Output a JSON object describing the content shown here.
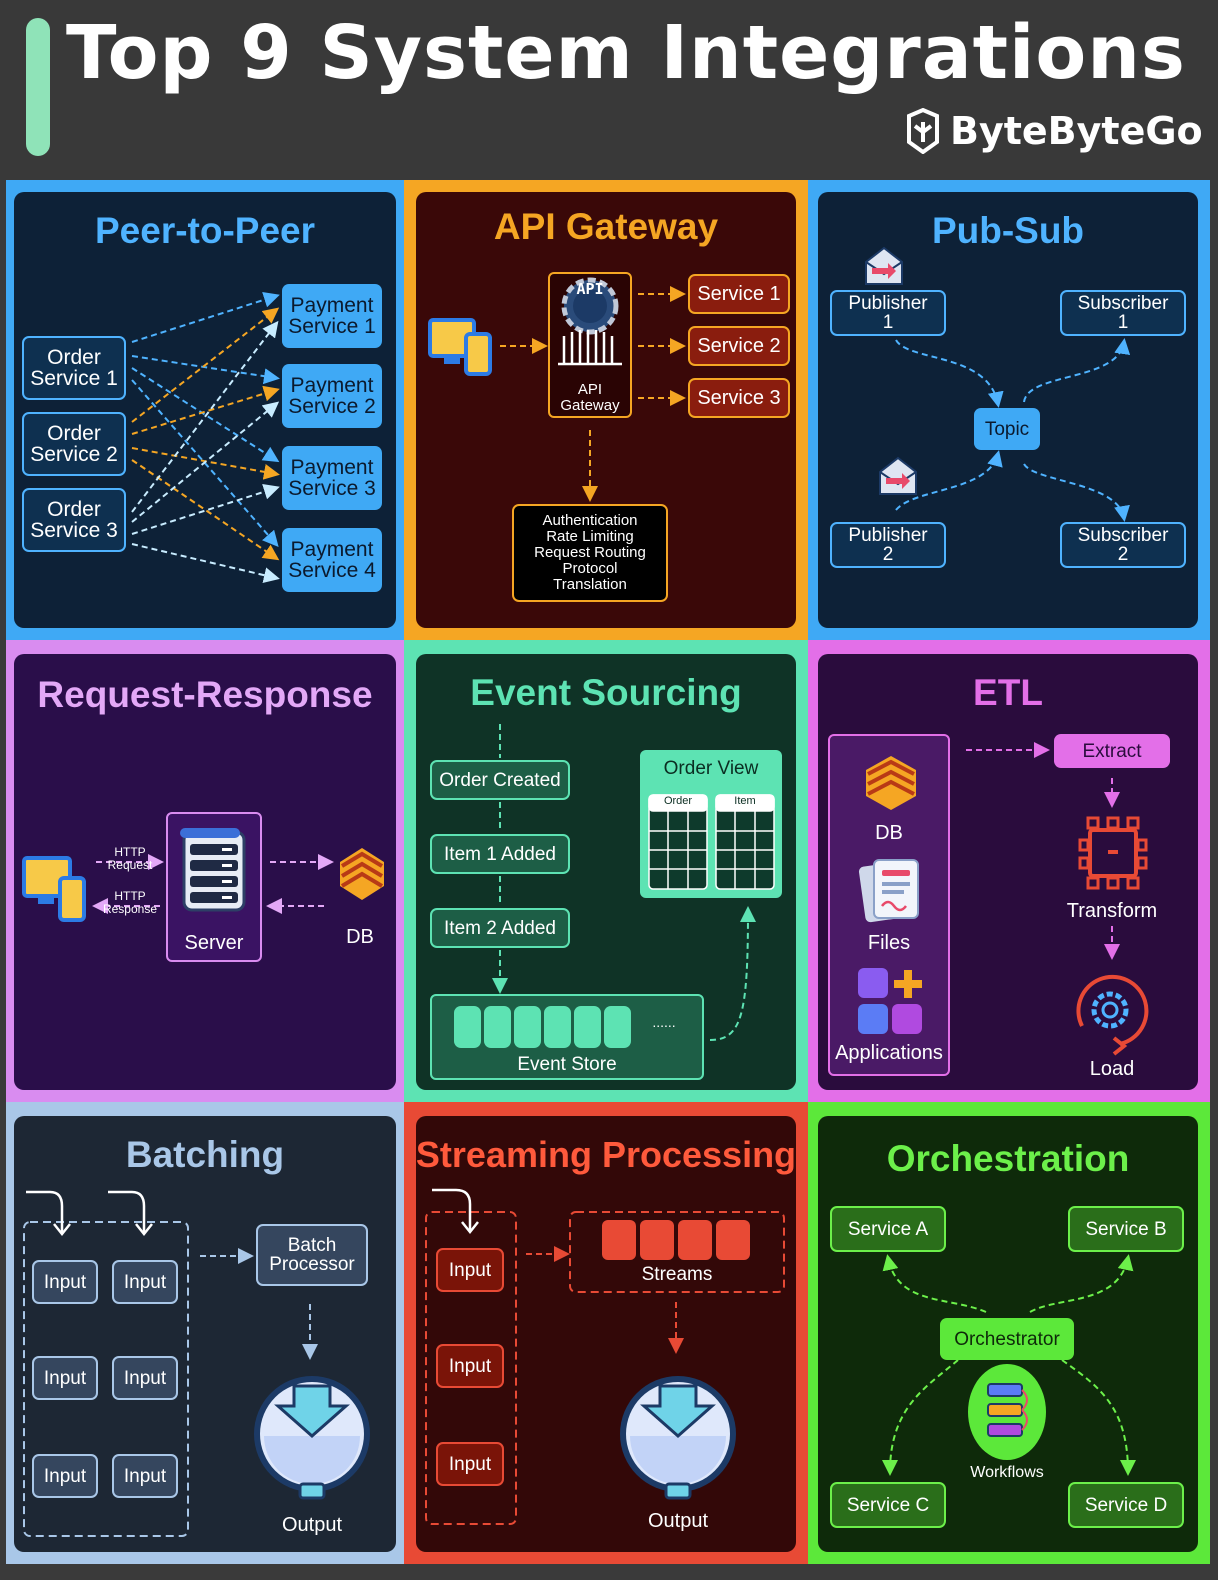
{
  "header": {
    "title": "Top 9 System Integrations",
    "brand": "ByteByteGo"
  },
  "colors": {
    "accent": "#8fe3b8",
    "p2p": "#3fa9f5",
    "api": "#f5a623",
    "pubsub": "#3fa9f5",
    "rr": "#d98cf0",
    "es": "#5de3b3",
    "etl": "#e36fe8",
    "batch": "#a9c7e8",
    "stream": "#e84a35",
    "orch": "#5ce83a"
  },
  "panels": {
    "p2p": {
      "title": "Peer-to-Peer",
      "orders": [
        "Order\nService 1",
        "Order\nService 2",
        "Order\nService 3"
      ],
      "payments": [
        "Payment\nService 1",
        "Payment\nService 2",
        "Payment\nService 3",
        "Payment\nService 4"
      ]
    },
    "api": {
      "title": "API Gateway",
      "icon_text": "API",
      "gateway": "API\nGateway",
      "services": [
        "Service 1",
        "Service 2",
        "Service 3"
      ],
      "features": "Authentication\nRate Limiting\nRequest Routing\nProtocol\nTranslation"
    },
    "pubsub": {
      "title": "Pub-Sub",
      "publisher1": "Publisher\n1",
      "publisher2": "Publisher\n2",
      "subscriber1": "Subscriber\n1",
      "subscriber2": "Subscriber\n2",
      "topic": "Topic"
    },
    "rr": {
      "title": "Request-Response",
      "http_request": "HTTP\nRequest",
      "http_response": "HTTP\nResponse",
      "server": "Server",
      "db": "DB"
    },
    "es": {
      "title": "Event Sourcing",
      "events": [
        "Order Created",
        "Item 1 Added",
        "Item 2 Added"
      ],
      "order_view": "Order View",
      "col_order": "Order",
      "col_item": "Item",
      "event_store": "Event Store",
      "dots": "......"
    },
    "etl": {
      "title": "ETL",
      "sources": [
        "DB",
        "Files",
        "Applications"
      ],
      "extract": "Extract",
      "transform": "Transform",
      "load": "Load"
    },
    "batch": {
      "title": "Batching",
      "input": "Input",
      "processor": "Batch\nProcessor",
      "output": "Output"
    },
    "stream": {
      "title": "Streaming Processing",
      "input": "Input",
      "streams": "Streams",
      "output": "Output"
    },
    "orch": {
      "title": "Orchestration",
      "services": [
        "Service A",
        "Service B",
        "Service C",
        "Service D"
      ],
      "orchestrator": "Orchestrator",
      "workflows": "Workflows"
    }
  }
}
